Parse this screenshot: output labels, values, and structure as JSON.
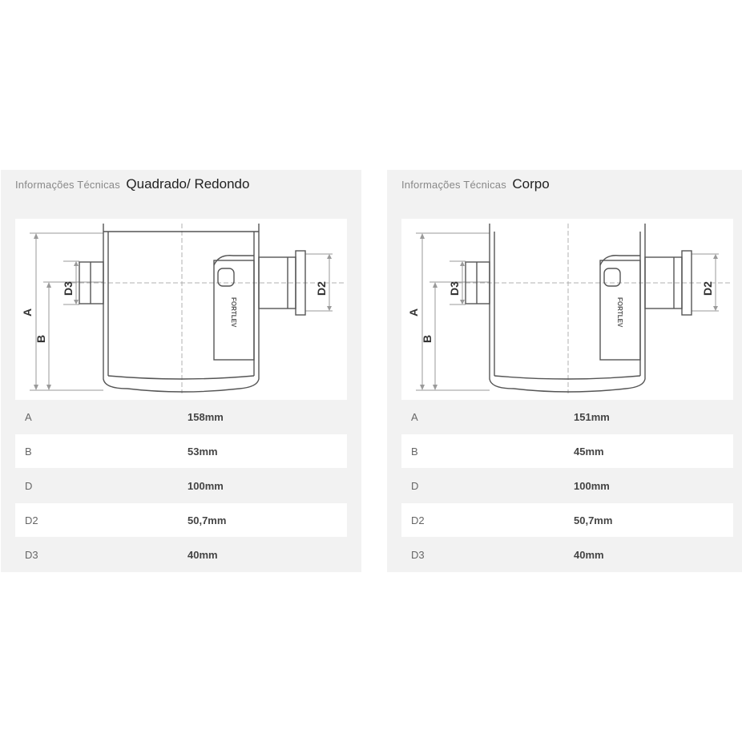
{
  "panels": [
    {
      "title_prefix": "Informações Técnicas",
      "title_main": "Quadrado/ Redondo",
      "dim_labels": {
        "A": "A",
        "B": "B",
        "D2": "D2",
        "D3": "D3",
        "brand": "FORTLEV"
      },
      "rows": [
        {
          "key": "A",
          "value": "158mm"
        },
        {
          "key": "B",
          "value": "53mm"
        },
        {
          "key": "D",
          "value": "100mm"
        },
        {
          "key": "D2",
          "value": "50,7mm"
        },
        {
          "key": "D3",
          "value": "40mm"
        }
      ]
    },
    {
      "title_prefix": "Informações Técnicas",
      "title_main": "Corpo",
      "dim_labels": {
        "A": "A",
        "B": "B",
        "D2": "D2",
        "D3": "D3",
        "brand": "FORTLEV"
      },
      "rows": [
        {
          "key": "A",
          "value": "151mm"
        },
        {
          "key": "B",
          "value": "45mm"
        },
        {
          "key": "D",
          "value": "100mm"
        },
        {
          "key": "D2",
          "value": "50,7mm"
        },
        {
          "key": "D3",
          "value": "40mm"
        }
      ]
    }
  ]
}
